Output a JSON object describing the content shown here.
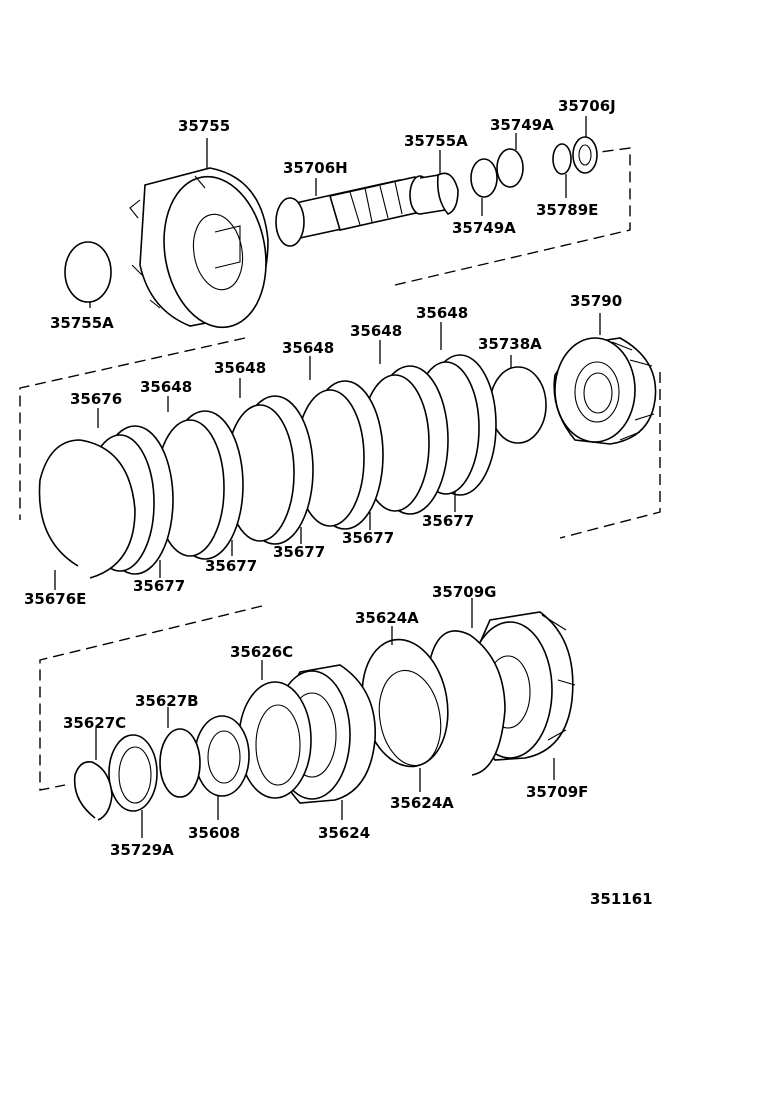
{
  "diagram_id": "351161",
  "labels": {
    "p35755": "35755",
    "p35755A_left": "35755A",
    "p35706H": "35706H",
    "p35755A_top": "35755A",
    "p35749A_top": "35749A",
    "p35749A_bottom": "35749A",
    "p35706J": "35706J",
    "p35789E": "35789E",
    "p35790": "35790",
    "p35738A": "35738A",
    "p35648_a": "35648",
    "p35648_b": "35648",
    "p35648_c": "35648",
    "p35648_d": "35648",
    "p35648_e": "35648",
    "p35676": "35676",
    "p35676E": "35676E",
    "p35677_a": "35677",
    "p35677_b": "35677",
    "p35677_c": "35677",
    "p35677_d": "35677",
    "p35677_e": "35677",
    "p35709G": "35709G",
    "p35709F": "35709F",
    "p35624A_top": "35624A",
    "p35624A_bottom": "35624A",
    "p35626C": "35626C",
    "p35627B": "35627B",
    "p35627C": "35627C",
    "p35729A": "35729A",
    "p35608": "35608",
    "p35624": "35624"
  }
}
